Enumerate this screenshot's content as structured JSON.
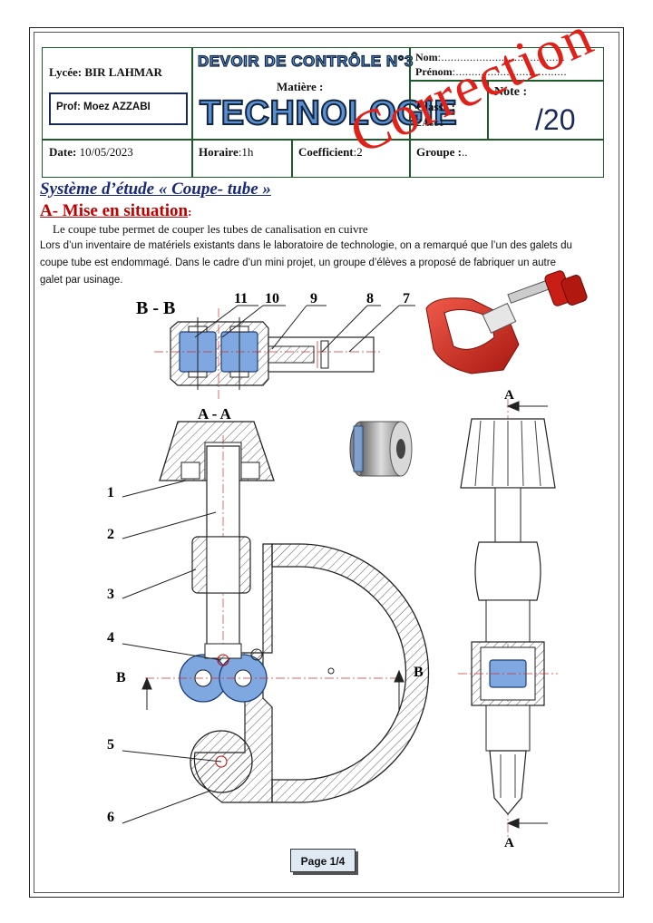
{
  "header": {
    "lycee_label": "Lycée:",
    "lycee_value": "BIR LAHMAR",
    "prof": "Prof: Moez AZZABI",
    "devoir_title": "DEVOIR DE CONTRÔLE N°3",
    "matiere_label": "Matière :",
    "subject": "TECHNOLOGIE",
    "nom_label": "Nom",
    "nom_value": ":.......................................",
    "prenom_label": "Prénom",
    "prenom_value": ":...................................",
    "classe_label": "Classe :",
    "classe_value": "2Asc1",
    "note_label": "Note :",
    "note_total": "/20",
    "date_label": "Date:",
    "date_value": "10/05/2023",
    "horaire_label": "Horaire",
    "horaire_value": ":1h",
    "coef_label": "Coefficient",
    "coef_value": ":2",
    "groupe_label": "Groupe :",
    "groupe_value": ".."
  },
  "stamp": "Correction",
  "system_title": "Système d’étude « Coupe- tube »",
  "section_a_title": "A- Mise en situation",
  "section_a_colon": ":",
  "intro_line": "Le coupe tube permet de couper les tubes de canalisation en cuivre",
  "paragraph_lines": [
    "Lors d’un inventaire de matériels existants dans le laboratoire de technologie, on a remarqué que l’un des galets du",
    "coupe tube est endommagé. Dans le cadre d’un mini projet, un groupe d’élèves a proposé de fabriquer un autre",
    "galet par usinage."
  ],
  "drawing": {
    "view_bb": "B - B",
    "view_aa": "A - A",
    "label_a": "A",
    "label_b": "B",
    "callouts": [
      "1",
      "2",
      "3",
      "4",
      "5",
      "6",
      "7",
      "8",
      "9",
      "10",
      "11"
    ]
  },
  "colors": {
    "frame_green": "#1e5a2a",
    "stamp_red": "#e0211a",
    "title_blue": "#1a2a7a",
    "section_red": "#c00000",
    "part_blue": "#7fa7e0",
    "tool_red": "#d8281e"
  },
  "footer": {
    "page": "Page 1/4"
  }
}
